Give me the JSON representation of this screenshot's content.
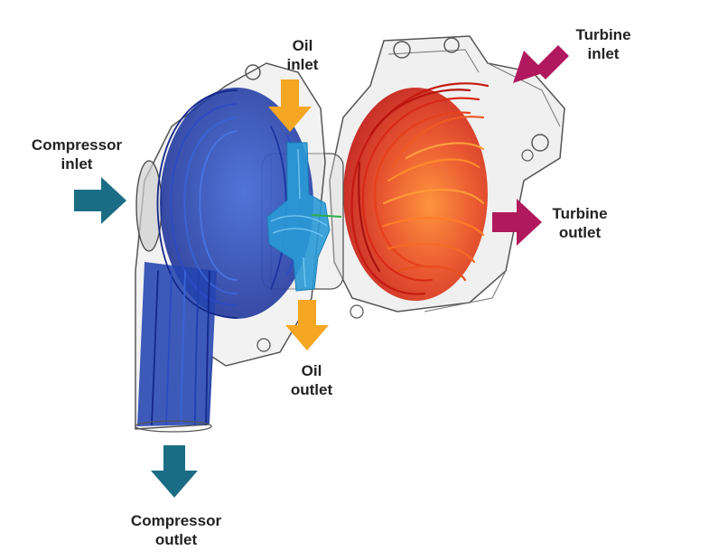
{
  "colors": {
    "compressor_arrow": "#1a6d85",
    "turbine_arrow": "#b0195e",
    "oil_arrow": "#f5a623",
    "compressor_flow": "#1e3fae",
    "turbine_flow": "#d42a18",
    "oil_flow": "#2a9ad6",
    "housing_outline": "#555555",
    "label_text": "#222222"
  },
  "labels": {
    "compressor_inlet": {
      "line1": "Compressor",
      "line2": "inlet"
    },
    "compressor_outlet": {
      "line1": "Compressor",
      "line2": "outlet"
    },
    "oil_inlet": {
      "line1": "Oil",
      "line2": "inlet"
    },
    "oil_outlet": {
      "line1": "Oil",
      "line2": "outlet"
    },
    "turbine_inlet": {
      "line1": "Turbine",
      "line2": "inlet"
    },
    "turbine_outlet": {
      "line1": "Turbine",
      "line2": "outlet"
    }
  },
  "icons": {
    "compressor_inlet": "arrow-right-icon",
    "compressor_outlet": "arrow-down-icon",
    "oil_inlet": "arrow-down-icon",
    "oil_outlet": "arrow-down-icon",
    "turbine_inlet": "arrow-down-left-icon",
    "turbine_outlet": "arrow-right-icon"
  }
}
